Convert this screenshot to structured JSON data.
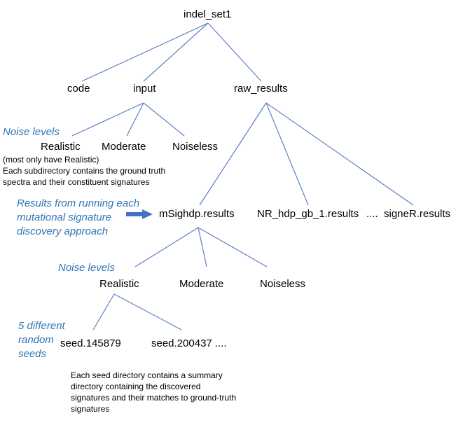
{
  "nodes": {
    "root": "indel_set1",
    "code": "code",
    "input": "input",
    "raw_results": "raw_results",
    "in_realistic": "Realistic",
    "in_moderate": "Moderate",
    "in_noiseless": "Noiseless",
    "msighdp": "mSighdp.results",
    "nr_hdp": "NR_hdp_gb_1.results",
    "dots1": "....",
    "signer": "signeR.results",
    "r_realistic": "Realistic",
    "r_moderate": "Moderate",
    "r_noiseless": "Noiseless",
    "seed1": "seed.145879",
    "seed2": "seed.200437 ...."
  },
  "annotations": {
    "noise_levels_1": "Noise levels",
    "most_realistic": "(most only have Realistic)",
    "each_subdir": "Each subdirectory contains the ground truth spectra and their constituent signatures",
    "results_from": "Results from running each mutational signature discovery approach",
    "noise_levels_2": "Noise levels",
    "five_seeds": "5 different random seeds",
    "each_seed": "Each seed directory contains a summary directory containing the discovered signatures and their matches to ground-truth signatures"
  },
  "colors": {
    "line": "#5b7fc4",
    "annotation": "#2e75b6",
    "arrow": "#4472c4"
  }
}
